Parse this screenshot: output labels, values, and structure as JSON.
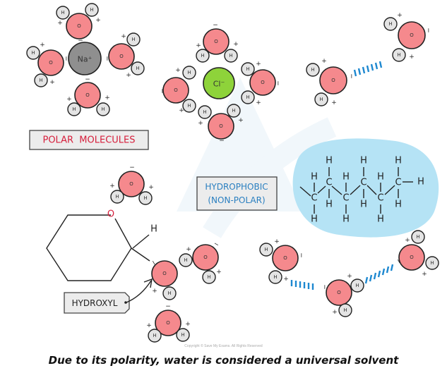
{
  "labels": {
    "polar_molecules": "POLAR  MOLECULES",
    "hydrophobic_line1": "HYDROPHOBIC",
    "hydrophobic_line2": "(NON-POLAR)",
    "hydroxyl": "HYDROXYL",
    "ring_oxygen": "O",
    "ring_hydrogen": "H"
  },
  "ions": {
    "sodium": "Na⁺",
    "chloride": "Cl⁻"
  },
  "atoms": {
    "oxygen": "O",
    "hydrogen": "H",
    "carbon": "C"
  },
  "charges": {
    "positive": "+",
    "negative": "−"
  },
  "colors": {
    "oxygen": "#f5898d",
    "hydrogen": "#e4e4e4",
    "sodium": "#8f8f8f",
    "chloride": "#8ed33a",
    "hydrogen_bond": "#1d88d0",
    "hydrophobic_region": "#b5e3f5",
    "polar_label": "#d61f3c",
    "hydrophobic_label": "#2a7fc0"
  },
  "copyright": "Copyright © Save My Exams. All Rights Reserved",
  "caption": "Due to its polarity, water is considered a universal solvent"
}
